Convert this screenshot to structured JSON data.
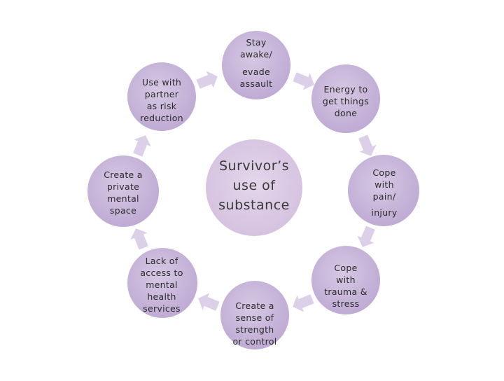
{
  "center": {
    "lines": [
      "Survivor’s",
      "use of",
      "substance"
    ]
  },
  "nodes": [
    {
      "id": "stay-awake",
      "lines": [
        "Stay",
        "awake/",
        "evade",
        "assault"
      ]
    },
    {
      "id": "energy",
      "lines": [
        "Energy to",
        "get things",
        "done"
      ]
    },
    {
      "id": "cope-pain",
      "lines": [
        "Cope",
        "with",
        "pain/",
        "injury"
      ]
    },
    {
      "id": "cope-trauma",
      "lines": [
        "Cope",
        "with",
        "trauma &",
        "stress"
      ]
    },
    {
      "id": "sense-strength",
      "lines": [
        "Create a",
        "sense of",
        "strength",
        "or control"
      ]
    },
    {
      "id": "lack-access",
      "lines": [
        "Lack of",
        "access to",
        "mental",
        "health",
        "services"
      ]
    },
    {
      "id": "private-space",
      "lines": [
        "Create a",
        "private",
        "mental",
        "space"
      ]
    },
    {
      "id": "partner-risk",
      "lines": [
        "Use with",
        "partner",
        "as risk",
        "reduction"
      ]
    }
  ],
  "colors": {
    "center_fill": "#dccbe3",
    "node_fill": "#c6b4d8",
    "node_fill_light": "#d9cce6",
    "arrow_fill": "#ddd2e8",
    "text": "#2b2b2b"
  }
}
